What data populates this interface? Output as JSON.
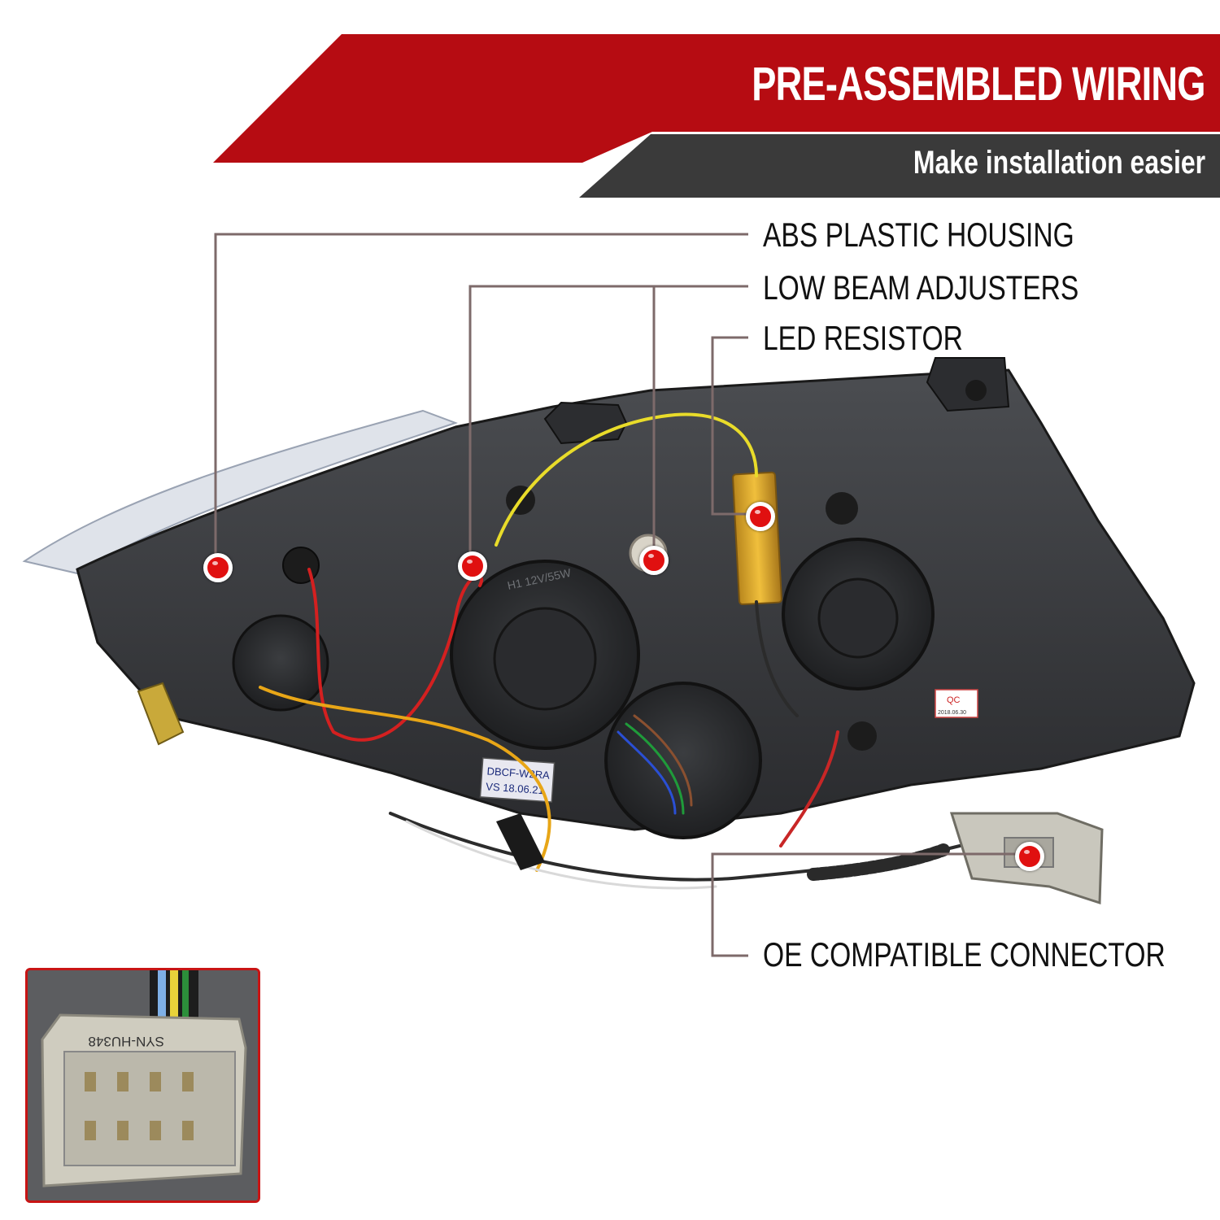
{
  "banner": {
    "title": "PRE-ASSEMBLED WIRING",
    "subtitle": "Make installation easier",
    "red": "#b60c12",
    "dark": "#3a3a3a"
  },
  "callouts": [
    {
      "id": "housing",
      "label": "ABS PLASTIC HOUSING"
    },
    {
      "id": "adjusters",
      "label": "LOW BEAM ADJUSTERS"
    },
    {
      "id": "resistor",
      "label": "LED RESISTOR"
    },
    {
      "id": "connector",
      "label": "OE COMPATIBLE CONNECTOR"
    }
  ],
  "product_text": {
    "qc_label": "QC",
    "qc_date": "2018.06.30",
    "sticker_line1": "DBCF-W2RA",
    "sticker_line2": "VS 18.06.21",
    "bulb_marking": "H1 12V/55W",
    "inset_part_number": "SYN-HU348"
  },
  "callout_color": "#7d6a6a"
}
